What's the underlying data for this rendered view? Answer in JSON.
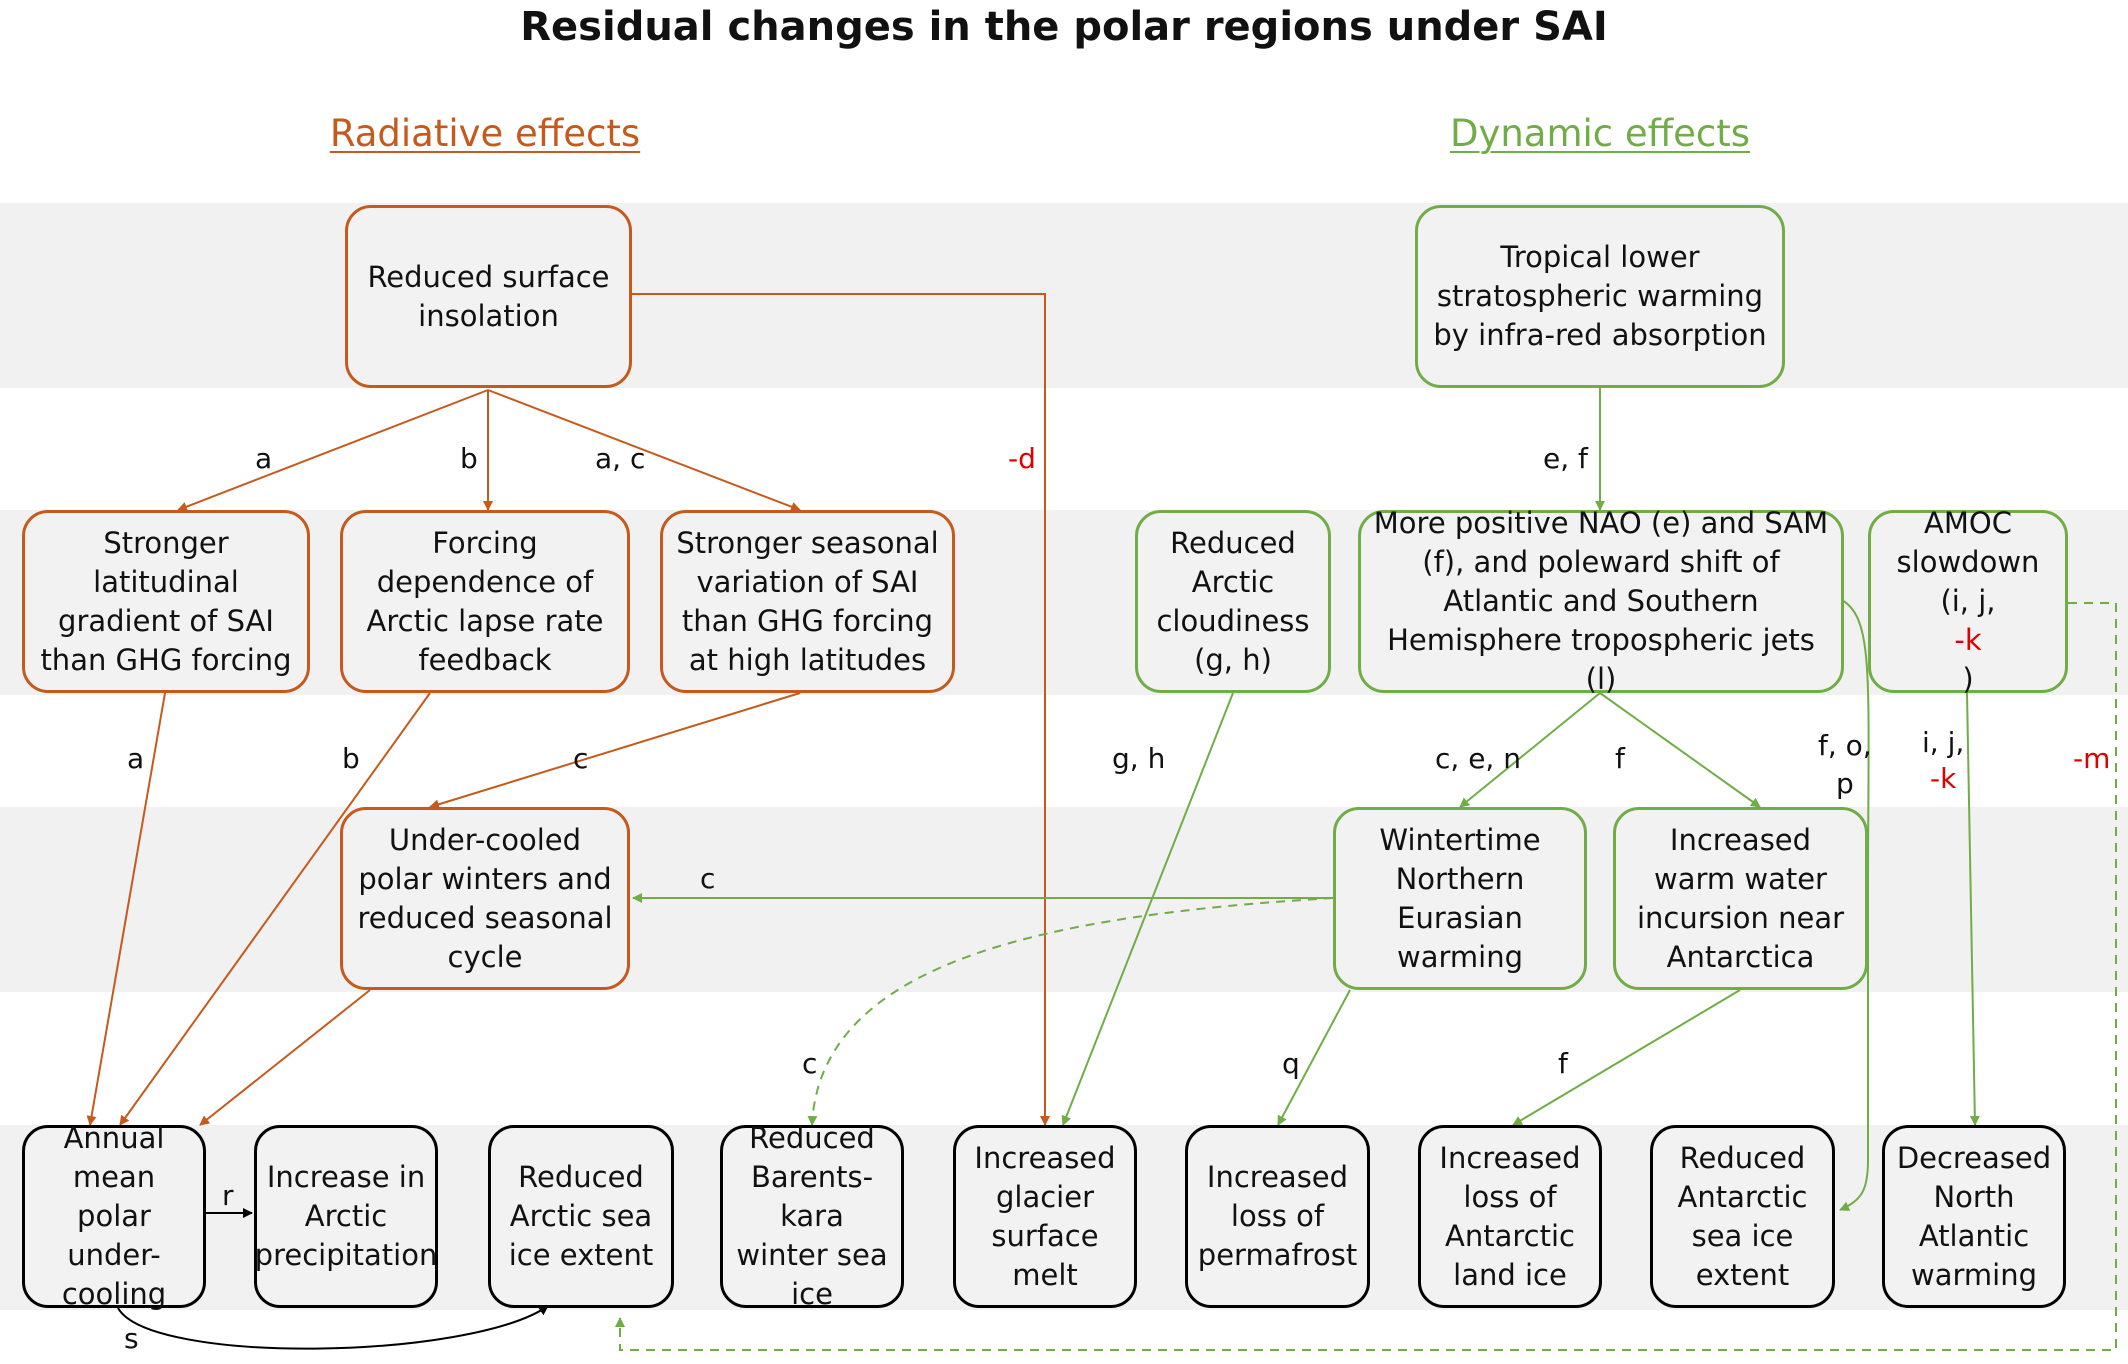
{
  "title": "Residual changes in the polar regions under SAI",
  "headings": {
    "radiative": "Radiative effects",
    "dynamic": "Dynamic effects"
  },
  "colors": {
    "radiative": "#c55a1c",
    "dynamic": "#70ad47",
    "negative_label": "#e00000",
    "outcome": "#000000"
  },
  "boxes": {
    "reduced_insolation": "Reduced surface\ninsolation",
    "tropical_warming": "Tropical lower\nstratospheric warming\nby infra-red absorption",
    "latitudinal_gradient": "Stronger\nlatitudinal\ngradient of SAI\nthan GHG forcing",
    "lapse_rate": "Forcing\ndependence of\nArctic lapse rate\nfeedback",
    "seasonal_variation": "Stronger seasonal\nvariation of SAI\nthan GHG forcing\nat high latitudes",
    "arctic_cloudiness": "Reduced\nArctic\ncloudiness\n(g, h)",
    "nao_sam": "More positive NAO (e) and SAM\n(f), and poleward shift of\nAtlantic and Southern\nHemisphere tropospheric jets (l)",
    "amoc": {
      "line1": "AMOC\nslowdown",
      "prefix": "(i, j, ",
      "neg": "-k",
      "suffix": ")"
    },
    "undercooled_winters": "Under-cooled\npolar winters and\nreduced seasonal\ncycle",
    "eurasian_warming": "Wintertime\nNorthern\nEurasian\nwarming",
    "warm_water": "Increased\nwarm water\nincursion near\nAntarctica",
    "annual_undercooling": "Annual\nmean polar\nunder-\ncooling",
    "arctic_precip": "Increase in\nArctic\nprecipitation",
    "arctic_sea_ice": "Reduced\nArctic sea\nice extent",
    "barents_kara": "Reduced\nBarents-kara\nwinter sea\nice",
    "glacier_melt": "Increased\nglacier\nsurface melt",
    "permafrost": "Increased\nloss of\npermafrost",
    "antarctic_land_ice": "Increased\nloss of\nAntarctic\nland ice",
    "antarctic_sea_ice": "Reduced\nAntarctic\nsea ice\nextent",
    "north_atlantic": "Decreased\nNorth\nAtlantic\nwarming"
  },
  "labels": {
    "a1": "a",
    "b1": "b",
    "ac": "a, c",
    "d_neg": "-d",
    "ef": "e, f",
    "a2": "a",
    "b2": "b",
    "c1": "c",
    "gh": "g, h",
    "cen": "c, e, n",
    "f1": "f",
    "fop": "f, o,\np",
    "ij": "i, j,",
    "k_neg": "-k",
    "m_neg": "-m",
    "c2": "c",
    "c3": "c",
    "q": "q",
    "f2": "f",
    "r": "r",
    "s": "s"
  }
}
